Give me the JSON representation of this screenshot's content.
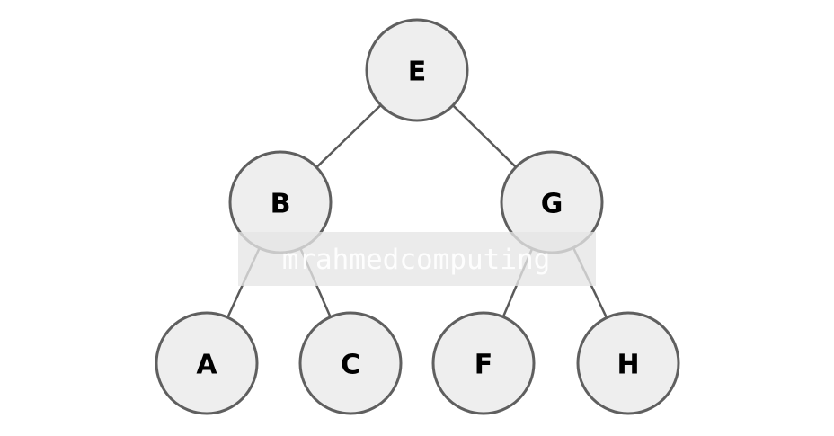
{
  "tree": {
    "nodes": [
      {
        "id": "E",
        "label": "E"
      },
      {
        "id": "B",
        "label": "B"
      },
      {
        "id": "G",
        "label": "G"
      },
      {
        "id": "A",
        "label": "A"
      },
      {
        "id": "C",
        "label": "C"
      },
      {
        "id": "F",
        "label": "F"
      },
      {
        "id": "H",
        "label": "H"
      }
    ],
    "edges": [
      {
        "from": "E",
        "to": "B"
      },
      {
        "from": "E",
        "to": "G"
      },
      {
        "from": "B",
        "to": "A"
      },
      {
        "from": "B",
        "to": "C"
      },
      {
        "from": "G",
        "to": "F"
      },
      {
        "from": "G",
        "to": "H"
      }
    ]
  },
  "watermark": {
    "text": "mrahmedcomputing"
  },
  "colors": {
    "node_fill": "#eeeeee",
    "node_stroke": "#5f5f5f",
    "edge": "#5a5a5a",
    "label": "#000000"
  }
}
